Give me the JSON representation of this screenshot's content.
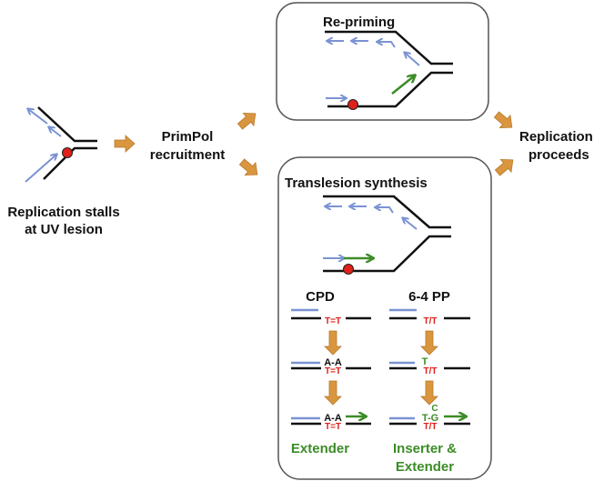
{
  "labels": {
    "stall_line1": "Replication stalls",
    "stall_line2": "at UV lesion",
    "primpol_line1": "PrimPol",
    "primpol_line2": "recruitment",
    "repriming_title": "Re-priming",
    "tls_title": "Translesion synthesis",
    "proceeds_line1": "Replication",
    "proceeds_line2": "proceeds",
    "cpd_title": "CPD",
    "pp_title": "6-4 PP",
    "cpd_lesion": "T=T",
    "cpd_inserted": "A-A",
    "pp_lesion": "T/T",
    "pp_inserted_t": "T",
    "pp_inserted_c": "C",
    "pp_inserted_tg": "T-G",
    "cpd_role": "Extender",
    "pp_role_line1": "Inserter &",
    "pp_role_line2": "Extender"
  },
  "colors": {
    "strand": "#111111",
    "primer": "#7b93d3",
    "new_synthesis": "#3c8c27",
    "lesion": "#e0201a",
    "process_arrow": "#d9963f",
    "role_text": "#3c8c27"
  }
}
